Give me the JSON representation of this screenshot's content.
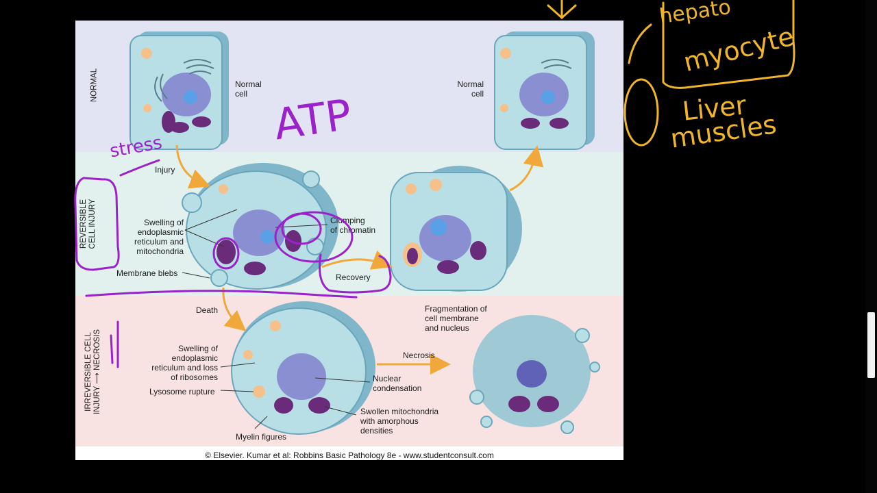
{
  "figure": {
    "rows": {
      "normal": "NORMAL",
      "reversible": [
        "REVERSIBLE",
        "CELL INJURY"
      ],
      "irreversible": [
        "IRREVERSIBLE CELL",
        "INJURY ⟶ NECROSIS"
      ]
    },
    "labels": {
      "normal_cell_left": [
        "Normal",
        "cell"
      ],
      "normal_cell_right": [
        "Normal",
        "cell"
      ],
      "injury": "Injury",
      "swelling_er_mito": [
        "Swelling of",
        "endoplasmic",
        "reticulum and",
        "mitochondria"
      ],
      "membrane_blebs": "Membrane blebs",
      "clumping": [
        "Clumping",
        "of chromatin"
      ],
      "recovery": "Recovery",
      "death": "Death",
      "swelling_ribosomes": [
        "Swelling of",
        "endoplasmic",
        "reticulum and loss",
        "of ribosomes"
      ],
      "lysosome_rupture": "Lysosome rupture",
      "myelin_figures": "Myelin figures",
      "nuclear_condensation": [
        "Nuclear",
        "condensation"
      ],
      "swollen_mito": [
        "Swollen mitochondria",
        "with amorphous",
        "densities"
      ],
      "necrosis": "Necrosis",
      "fragmentation": [
        "Fragmentation of",
        "cell membrane",
        "and nucleus"
      ]
    },
    "credit": "© Elsevier. Kumar et al: Robbins Basic Pathology 8e - www.studentconsult.com"
  },
  "annotations": {
    "stress": "stress",
    "atp": "ATP",
    "hepato": "hepato",
    "myocyte": "myocyte",
    "liver": "Liver",
    "muscles": "muscles"
  },
  "colors": {
    "normal_band": "#e3e4f3",
    "reversible_band": "#e2f1ee",
    "irreversible_band": "#f8e3e2",
    "arrow": "#f0a83a",
    "annotation_purple": "#9b21c9",
    "annotation_orange": "#f0b52a"
  }
}
